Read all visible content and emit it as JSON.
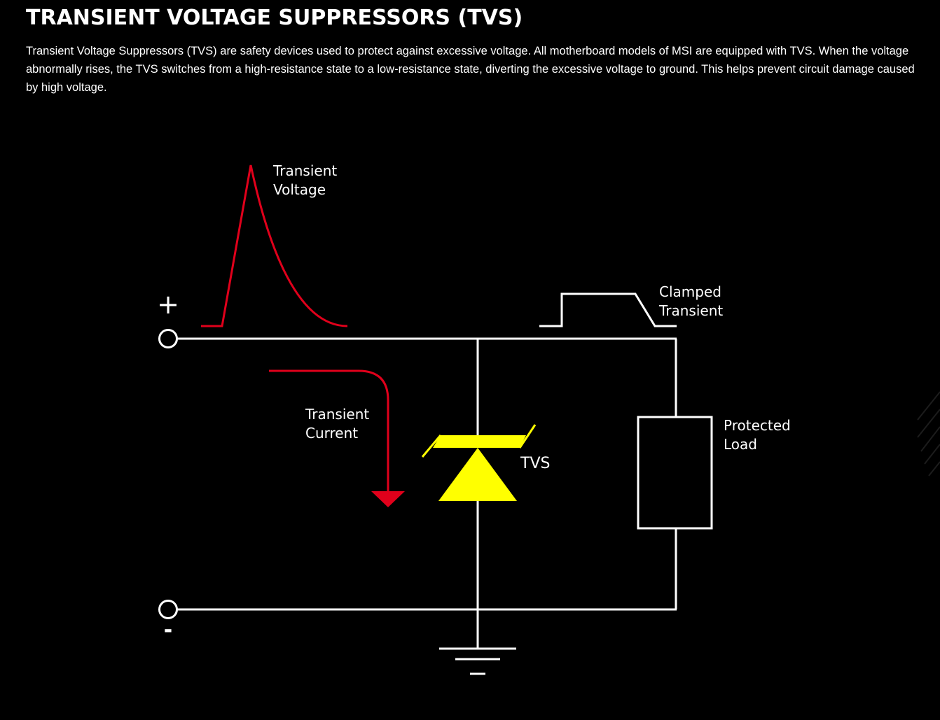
{
  "header": {
    "title": "TRANSIENT VOLTAGE SUPPRESSORS (TVS)",
    "description": "Transient Voltage Suppressors (TVS) are safety devices used to protect against excessive voltage. All motherboard models of MSI are equipped with TVS. When the voltage abnormally rises, the TVS switches from a high-resistance state to a low-resistance state, diverting the excessive voltage to ground. This helps prevent circuit damage caused by high voltage."
  },
  "diagram": {
    "plus_symbol": "+",
    "minus_symbol": "-",
    "labels": {
      "transient_voltage": [
        "Transient",
        "Voltage"
      ],
      "clamped_transient": [
        "Clamped",
        "Transient"
      ],
      "transient_current": [
        "Transient",
        "Current"
      ],
      "tvs": "TVS",
      "protected_load": [
        "Protected",
        "Load"
      ]
    }
  },
  "colors": {
    "background": "#000000",
    "wire": "#ffffff",
    "transient": "#e0001b",
    "tvs": "#ffff00"
  }
}
